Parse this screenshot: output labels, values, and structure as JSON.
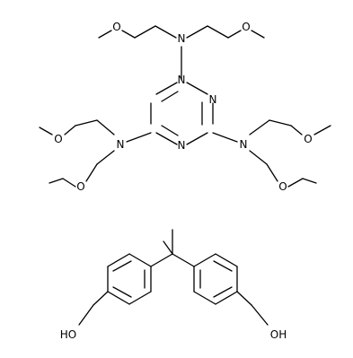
{
  "molecules": [
    {
      "atoms": [
        {
          "id": "n_top",
          "label": "N"
        },
        {
          "id": "n_right",
          "label": "N"
        },
        {
          "id": "n_bottom",
          "label": "N"
        },
        {
          "id": "n_topA",
          "label": "N"
        },
        {
          "id": "n_leftA",
          "label": "N"
        },
        {
          "id": "n_rightA",
          "label": "N"
        },
        {
          "id": "o1",
          "label": "O"
        },
        {
          "id": "o2",
          "label": "O"
        },
        {
          "id": "o3",
          "label": "O"
        },
        {
          "id": "o4",
          "label": "O"
        },
        {
          "id": "o5",
          "label": "O"
        },
        {
          "id": "o6",
          "label": "O"
        }
      ]
    },
    {
      "atoms": [
        {
          "id": "ho_left",
          "label": "HO"
        },
        {
          "id": "oh_right",
          "label": "OH"
        }
      ]
    }
  ]
}
